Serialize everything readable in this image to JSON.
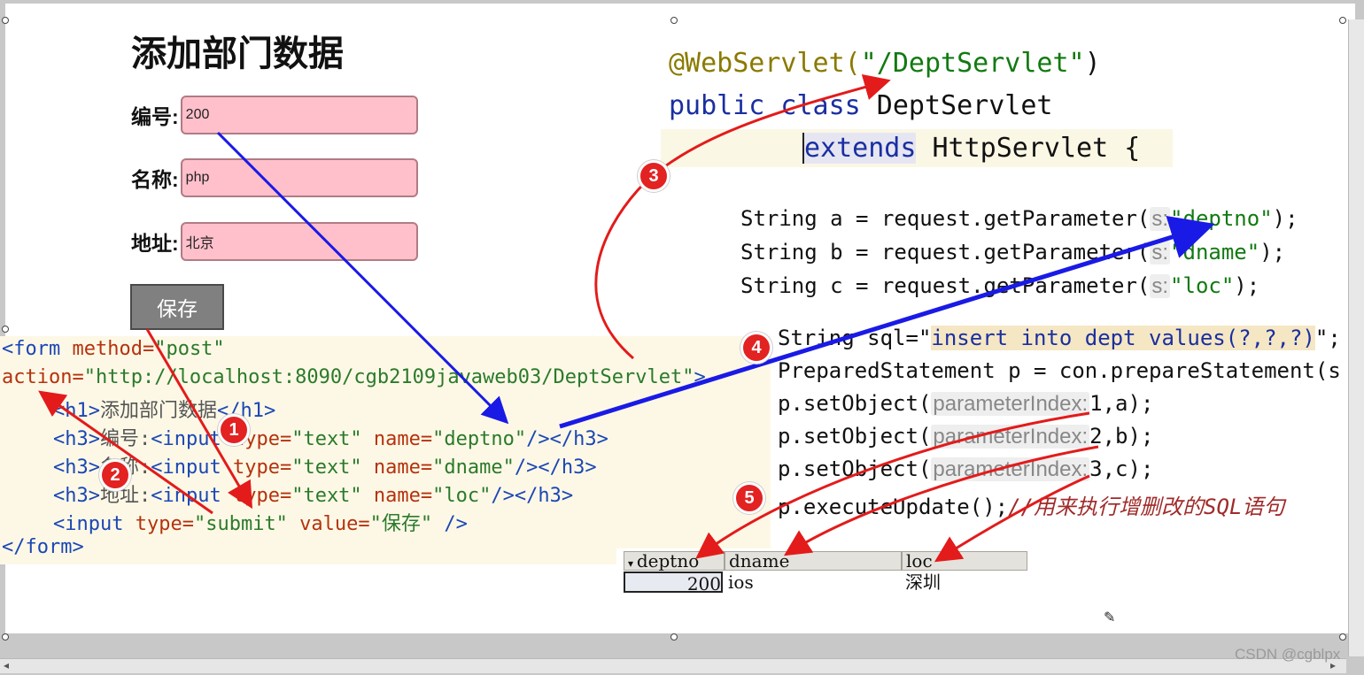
{
  "form": {
    "title": "添加部门数据",
    "fields": [
      {
        "label": "编号:",
        "value": "200"
      },
      {
        "label": "名称:",
        "value": "php"
      },
      {
        "label": "地址:",
        "value": "北京"
      }
    ],
    "save_label": "保存"
  },
  "html_code": {
    "l1_tag": "<form",
    "l1_attr": " method=",
    "l1_val": "\"post\"",
    "l2_attr": "action=",
    "l2_val": "\"http://localhost:8090/cgb2109javaweb03/DeptServlet\"",
    "l2_end": ">",
    "l3_open": "<h1>",
    "l3_text": "添加部门数据",
    "l3_close": "</h1>",
    "l4_open": "<h3>",
    "l4_text": "编号:",
    "l4_tag": "<input",
    "l4_a1": " type=",
    "l4_v1": "\"text\"",
    "l4_a2": " name=",
    "l4_v2": "\"deptno\"",
    "l4_end": "/></h3>",
    "l5_open": "<h3>",
    "l5_text": "名称:",
    "l5_tag": "<input",
    "l5_a1": " type=",
    "l5_v1": "\"text\"",
    "l5_a2": " name=",
    "l5_v2": "\"dname\"",
    "l5_end": "/></h3>",
    "l6_open": "<h3>",
    "l6_text": "地址:",
    "l6_tag": "<input",
    "l6_a1": " type=",
    "l6_v1": "\"text\"",
    "l6_a2": " name=",
    "l6_v2": "\"loc\"",
    "l6_end": "/></h3>",
    "l7_tag": "<input",
    "l7_a1": " type=",
    "l7_v1": "\"submit\"",
    "l7_a2": " value=",
    "l7_v2": "\"保存\"",
    "l7_end": " />",
    "l8_tag": "</form>"
  },
  "java_code": {
    "ann": "@WebServlet(",
    "ann_val": "\"/DeptServlet\"",
    "ann_end": ")",
    "cls_kw": "public class",
    "cls_name": " DeptServlet",
    "ext_kw": "extends",
    "ext_name": " HttpServlet {",
    "pa": "String a = request.getParameter(",
    "pa_hint": "s:",
    "pa_val": "\"deptno\"",
    "pa_end": ");",
    "pb": "String b = request.getParameter(",
    "pb_hint": "s:",
    "pb_val": "\"dname\"",
    "pb_end": ");",
    "pc": "String c = request.getParameter(",
    "pc_hint": "s:",
    "pc_val": "\"loc\"",
    "pc_end": ");",
    "sql_pre": "String sql=\"",
    "sql_val": "insert into dept values(?,?,?)",
    "sql_end": "\";",
    "ps": "PreparedStatement p = con.prepareStatement(s",
    "so1": "p.setObject(",
    "so1_hint": "parameterIndex:",
    "so1_val": "1,a);",
    "so2": "p.setObject(",
    "so2_hint": "parameterIndex:",
    "so2_val": "2,b);",
    "so3": "p.setObject(",
    "so3_hint": "parameterIndex:",
    "so3_val": "3,c);",
    "ex": "p.executeUpdate();",
    "ex_cmt": "//用来执行增删改的SQL语句"
  },
  "db_table": {
    "headers": [
      "deptno",
      "dname",
      "loc"
    ],
    "row": [
      "200",
      "ios",
      "深圳"
    ]
  },
  "badges": [
    "1",
    "2",
    "3",
    "4",
    "5"
  ],
  "watermark": "CSDN @cgblpx",
  "colors": {
    "arrow_red": "#e31b1b",
    "arrow_blue": "#1a1ae6",
    "input_pink": "#ffc0cb"
  }
}
